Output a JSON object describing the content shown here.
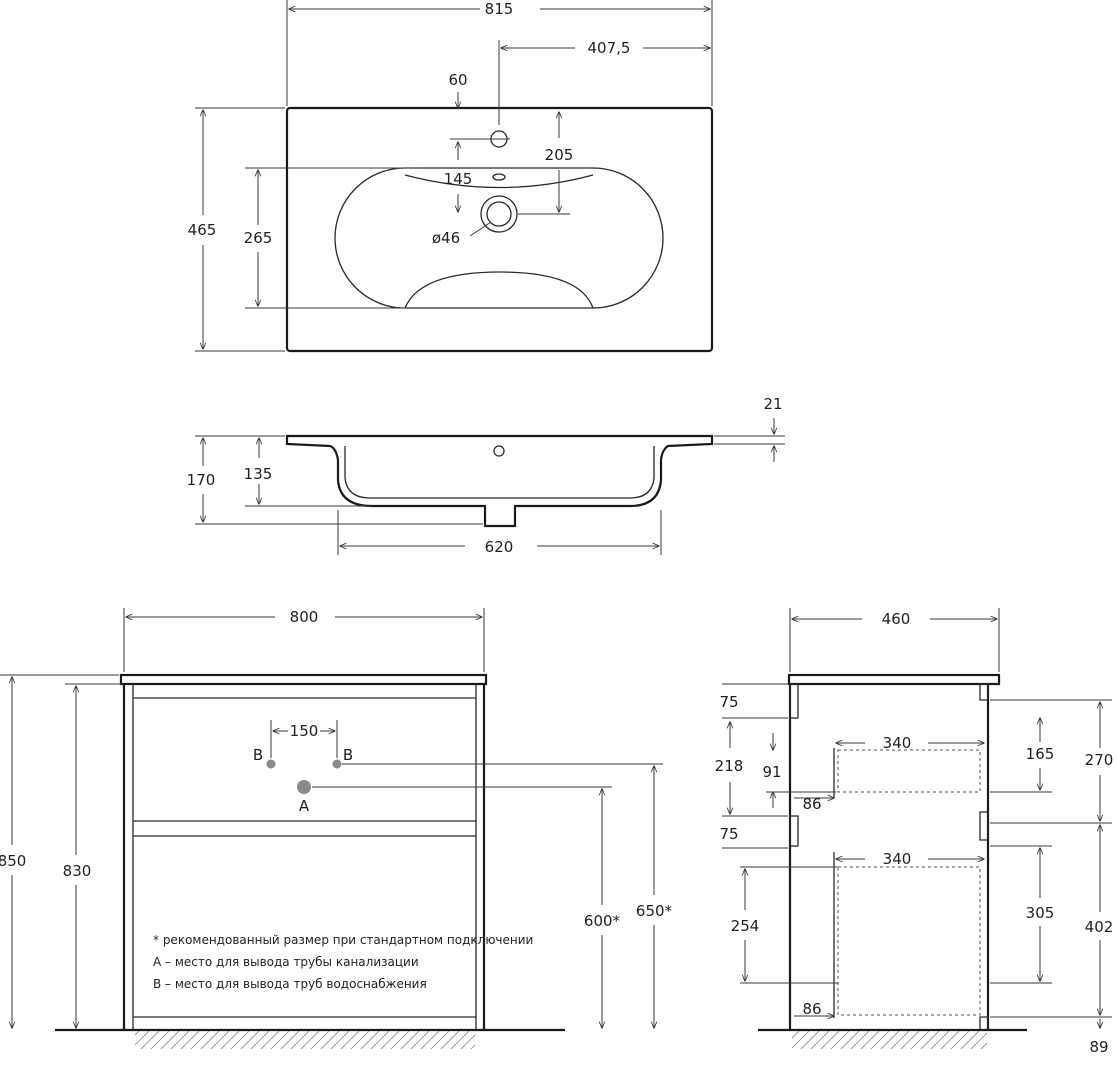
{
  "dimensions": {
    "top_overall_width": "815",
    "top_half_width": "407,5",
    "top_tap_offset": "60",
    "top_drain_offset": "205",
    "top_overflow_offset": "145",
    "top_drain_diameter": "ø46",
    "top_overall_depth": "465",
    "top_bowl_depth": "265",
    "side_flange": "21",
    "side_total_height": "170",
    "side_bowl_height": "135",
    "side_bowl_width": "620",
    "front_width": "800",
    "front_hole_spacing": "150",
    "front_total_height": "850",
    "front_body_height": "830",
    "front_drain_height": "600*",
    "front_supply_height": "650*",
    "side_depth": "460",
    "side_top_rail": "75",
    "side_upper_zone": "218",
    "side_upper_inner": "91",
    "side_upper_drawer_width": "340",
    "side_upper_drawer_offset": "86",
    "side_upper_drawer_height": "165",
    "side_upper_section": "270",
    "side_mid_rail": "75",
    "side_lower_drawer_width": "340",
    "side_lower_zone": "254",
    "side_lower_drawer_height": "305",
    "side_lower_section": "402",
    "side_lower_drawer_offset": "86",
    "side_plinth": "89"
  },
  "markers": {
    "supply_left": "B",
    "supply_right": "B",
    "drain": "A"
  },
  "notes": {
    "recommended": "* рекомендованный размер при стандартном подключении",
    "drain_note": "А – место для вывода трубы канализации",
    "supply_note": "В – место для вывода труб водоснабжения"
  },
  "colors": {
    "line": "#2a2a2a",
    "hole_fill": "#8a8a8a"
  }
}
